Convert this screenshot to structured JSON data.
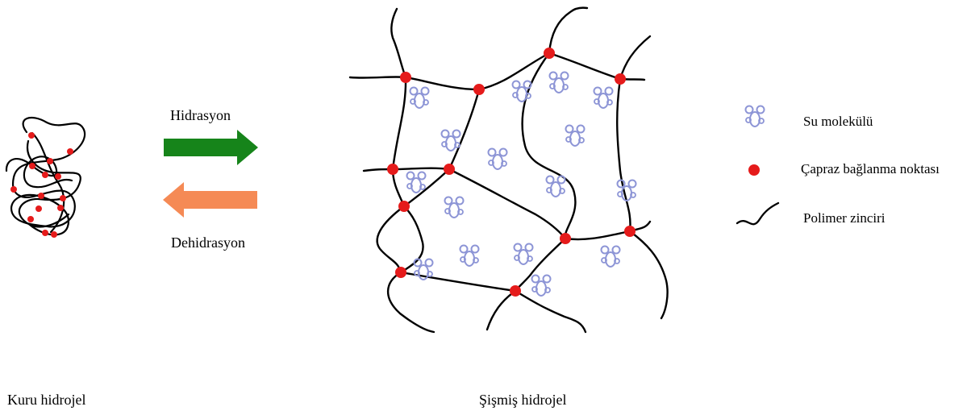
{
  "arrows": {
    "hydration": "Hidrasyon",
    "dehydration": "Dehidrasyon",
    "hydration_color": "#16841a",
    "dehydration_color": "#f58a55"
  },
  "legend": {
    "water": "Su molekülü",
    "crosslink": "Çapraz bağlanma noktası",
    "chain": "Polimer zinciri"
  },
  "captions": {
    "dry": "Kuru hidrojel",
    "swollen": "Şişmiş hidrojel"
  },
  "colors": {
    "chain": "#000000",
    "crosslink": "#e51b1b",
    "water": "#8d95d6"
  },
  "icons": [
    "water-molecule-icon",
    "crosslink-point-icon",
    "polymer-chain-icon",
    "arrow-right-icon",
    "arrow-left-icon"
  ]
}
